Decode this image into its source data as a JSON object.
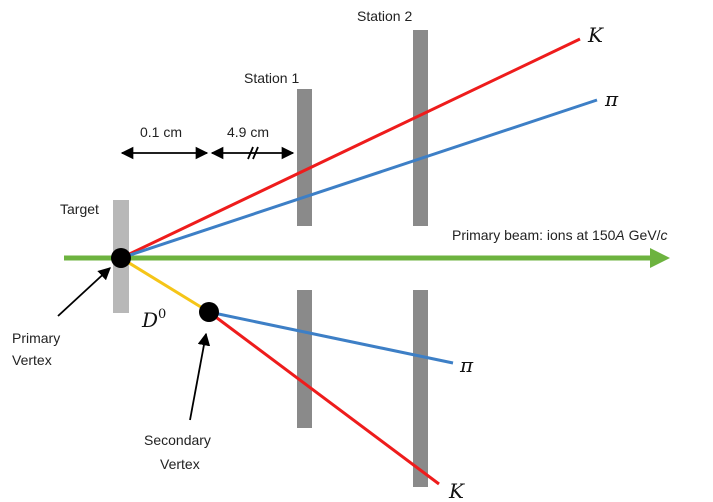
{
  "labels": {
    "station1": "Station 1",
    "station2": "Station 2",
    "target": "Target",
    "dist_short": "0.1 cm",
    "dist_long": "4.9 cm",
    "beam_prefix": "Primary beam: ions at 150",
    "beam_unit_italic": "A",
    "beam_mid": " GeV/",
    "beam_c": "c",
    "primary_vertex_line1": "Primary",
    "primary_vertex_line2": "Vertex",
    "secondary_vertex_line1": "Secondary",
    "secondary_vertex_line2": "Vertex",
    "d_meson": "D",
    "d_meson_sup": "0",
    "kaon_upper": "K",
    "pion_upper": "π",
    "pion_lower": "π",
    "kaon_lower": "K"
  },
  "colors": {
    "kaon": "#ee1c1c",
    "pion": "#3d7fc6",
    "beam": "#6db33f",
    "d_meson": "#f5c518",
    "detector": "#8a8a8a",
    "target": "#b8b8b8",
    "vertex": "#000000"
  }
}
